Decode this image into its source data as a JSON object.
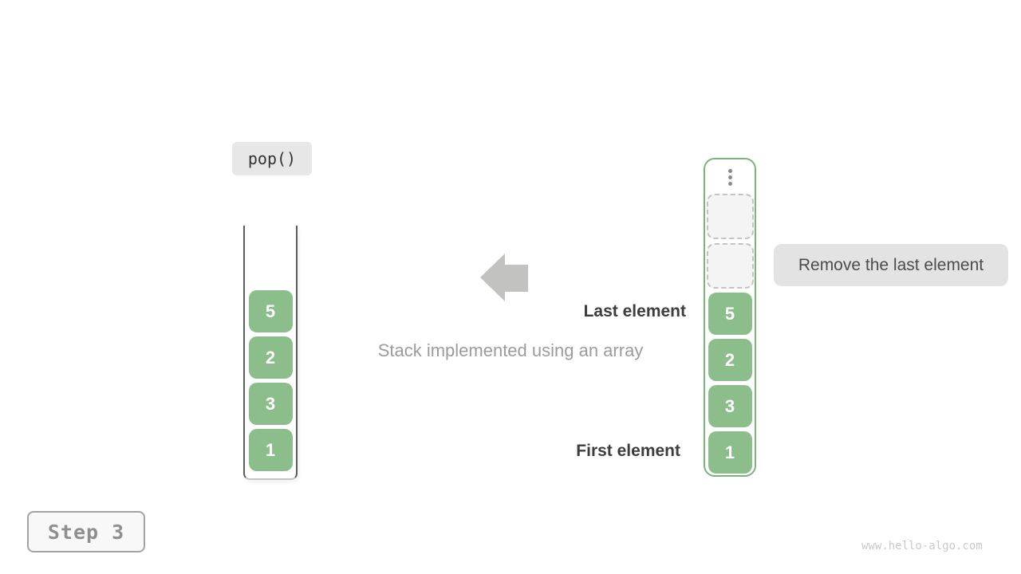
{
  "operation": {
    "label": "pop()"
  },
  "stack": {
    "values": [
      "5",
      "2",
      "3",
      "1"
    ]
  },
  "array": {
    "values": [
      "5",
      "2",
      "3",
      "1"
    ],
    "empty_slots": 2
  },
  "labels": {
    "last_element": "Last element",
    "first_element": "First element",
    "caption": "Stack implemented using an array",
    "action": "Remove the last element"
  },
  "footer": {
    "step": "Step 3",
    "watermark": "www.hello-algo.com"
  },
  "colors": {
    "green_fill": "#8cbe8c",
    "green_border": "#7cb27c",
    "label_bg": "#e7e7e7",
    "action_bg": "#e3e3e3",
    "arrow_gray": "#c2c2c1",
    "dark_text": "#3d3d3d",
    "muted_text": "#9c9c9c",
    "step_text": "#8f8f8f",
    "watermark_text": "#c7cbc7",
    "wall_dark": "#5d5d5d",
    "wall_bottom": "#c6c6c6",
    "dashed_border": "#c3c3c3",
    "dashed_fill": "#f4f4f4",
    "dot_gray": "#8a8a8a",
    "code_text": "#333333"
  }
}
